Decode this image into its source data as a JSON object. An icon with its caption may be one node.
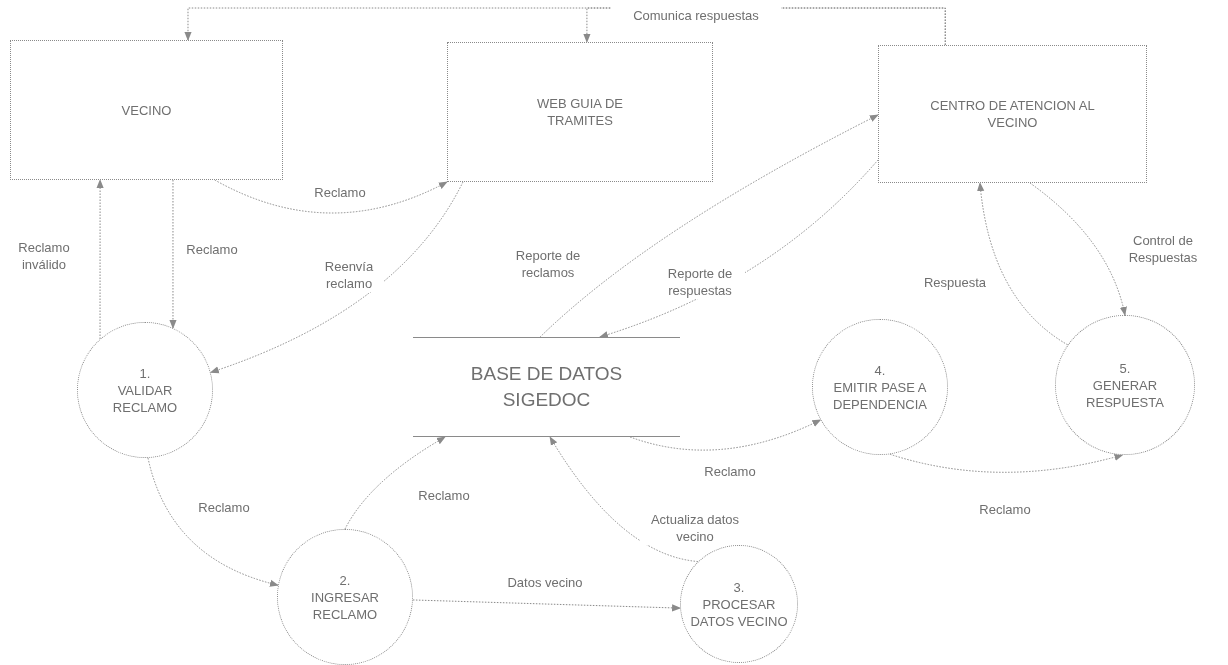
{
  "diagram": {
    "nodes": [
      {
        "text": [
          "VECINO"
        ]
      },
      {
        "text": [
          "WEB GUIA DE TRAMITES"
        ]
      },
      {
        "text": [
          "CENTRO DE ATENCION AL VECINO"
        ]
      },
      {
        "text": [
          "1.",
          "VALIDAR RECLAMO"
        ]
      },
      {
        "text": [
          "BASE DE DATOS SIGEDOC"
        ]
      },
      {
        "text": [
          "4.",
          "EMITIR PASE A DEPENDENCIA"
        ]
      },
      {
        "text": [
          "5.",
          "GENERAR RESPUESTA"
        ]
      },
      {
        "text": [
          "2.",
          "INGRESAR RECLAMO"
        ]
      },
      {
        "text": [
          "3.",
          "PROCESAR DATOS VECINO"
        ]
      }
    ],
    "edges": [
      {
        "from": 2,
        "to": 0,
        "arrow": "to",
        "label": "Comunica respuestas"
      },
      {
        "from": 2,
        "to": 1,
        "arrow": "to"
      },
      {
        "from": 0,
        "to": 1,
        "arrow": "to",
        "label": "Reclamo"
      },
      {
        "from": 0,
        "to": 3,
        "arrow": "to",
        "label": "Reclamo"
      },
      {
        "from": 3,
        "to": 0,
        "arrow": "to",
        "label": "Reclamo inválido"
      },
      {
        "from": 1,
        "to": 3,
        "arrow": "to",
        "label": "Reenvía reclamo"
      },
      {
        "from": 4,
        "to": 2,
        "arrow": "to",
        "label": "Reporte de reclamos"
      },
      {
        "from": 2,
        "to": 4,
        "arrow": "to",
        "label": "Reporte de respuestas"
      },
      {
        "from": 6,
        "to": 2,
        "arrow": "to",
        "label": "Respuesta"
      },
      {
        "from": 2,
        "to": 6,
        "arrow": "to",
        "label": "Control de Respuestas"
      },
      {
        "from": 4,
        "to": 5,
        "arrow": "to",
        "label": "Reclamo"
      },
      {
        "from": 5,
        "to": 6,
        "arrow": "to",
        "label": "Reclamo"
      },
      {
        "from": 3,
        "to": 7,
        "arrow": "to",
        "label": "Reclamo"
      },
      {
        "from": 7,
        "to": 4,
        "arrow": "to",
        "label": "Reclamo"
      },
      {
        "from": 7,
        "to": 8,
        "arrow": "to",
        "label": "Datos vecino"
      },
      {
        "from": 8,
        "to": 4,
        "arrow": "to",
        "label": "Actualiza datos vecino"
      }
    ]
  }
}
